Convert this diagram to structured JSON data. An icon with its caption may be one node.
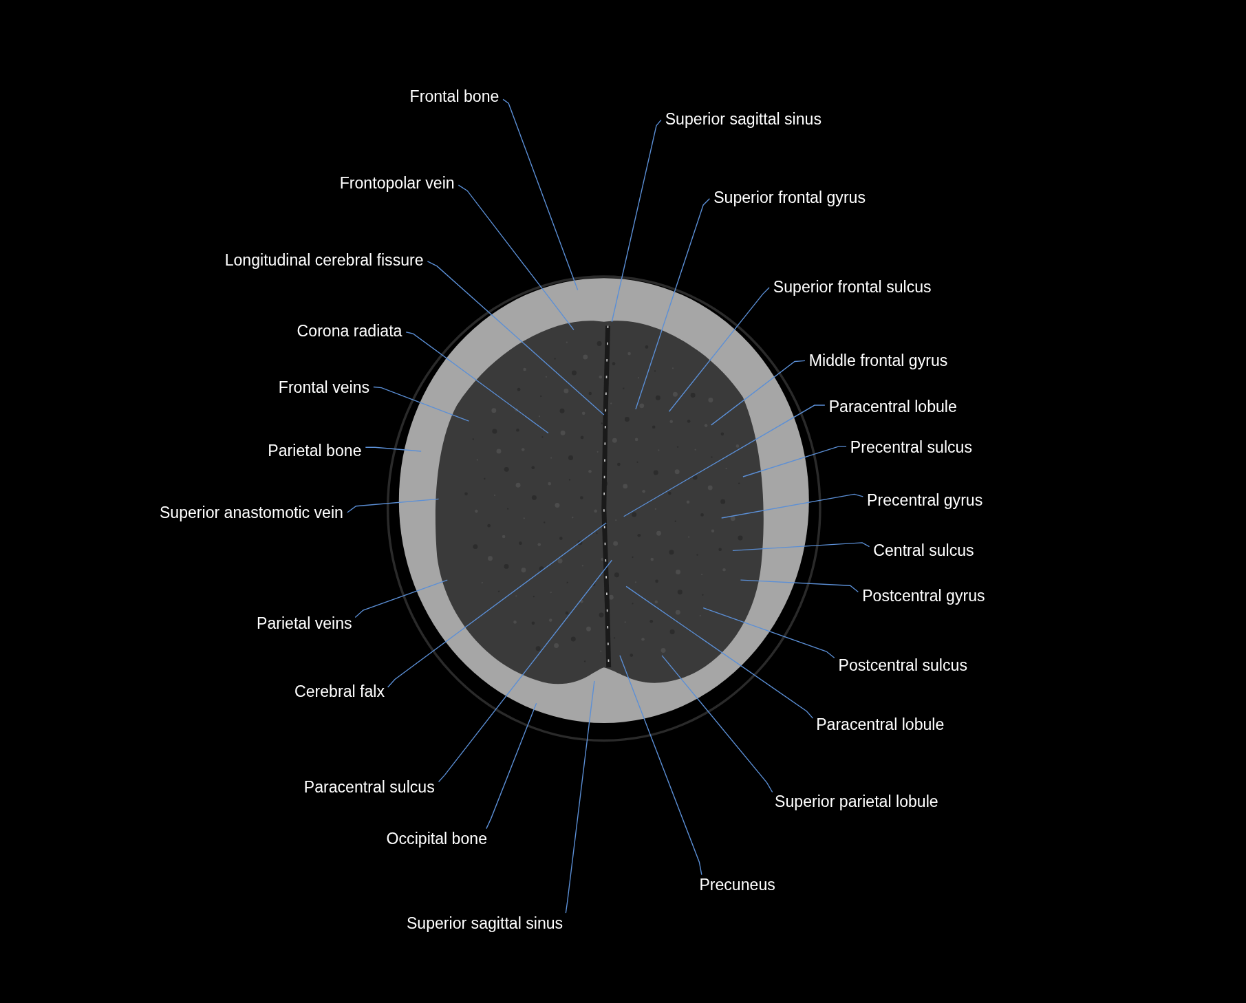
{
  "diagram": {
    "nodes": [
      {
        "text": [
          "Frontal bone"
        ]
      },
      {
        "text": [
          "Superior sagittal sinus"
        ]
      },
      {
        "text": [
          "Frontopolar vein"
        ]
      },
      {
        "text": [
          "Superior frontal gyrus"
        ]
      },
      {
        "text": [
          "Longitudinal cerebral fissure"
        ]
      },
      {
        "text": [
          "Superior frontal sulcus"
        ]
      },
      {
        "text": [
          "Corona radiata"
        ]
      },
      {
        "text": [
          "Middle frontal gyrus"
        ]
      },
      {
        "text": [
          "Frontal veins"
        ]
      },
      {
        "text": [
          "Paracentral lobule"
        ]
      },
      {
        "text": [
          "Parietal bone"
        ]
      },
      {
        "text": [
          "Precentral sulcus"
        ]
      },
      {
        "text": [
          "Superior anastomotic vein"
        ]
      },
      {
        "text": [
          "Precentral gyrus"
        ]
      },
      {
        "text": [
          "Central sulcus"
        ]
      },
      {
        "text": [
          "Parietal veins"
        ]
      },
      {
        "text": [
          "Postcentral gyrus"
        ]
      },
      {
        "text": [
          "Cerebral falx"
        ]
      },
      {
        "text": [
          "Postcentral sulcus"
        ]
      },
      {
        "text": [
          "Paracentral lobule"
        ]
      },
      {
        "text": [
          "Paracentral sulcus"
        ]
      },
      {
        "text": [
          "Superior parietal lobule"
        ]
      },
      {
        "text": [
          "Occipital bone"
        ]
      },
      {
        "text": [
          "Precuneus"
        ]
      },
      {
        "text": [
          "Superior sagittal sinus"
        ]
      }
    ],
    "edges": [
      {
        "from": 0,
        "to": null,
        "arrow": "none"
      },
      {
        "from": 1,
        "to": null,
        "arrow": "none"
      },
      {
        "from": 2,
        "to": null,
        "arrow": "none"
      },
      {
        "from": 3,
        "to": null,
        "arrow": "none"
      },
      {
        "from": 4,
        "to": null,
        "arrow": "none"
      },
      {
        "from": 5,
        "to": null,
        "arrow": "none"
      },
      {
        "from": 6,
        "to": null,
        "arrow": "none"
      },
      {
        "from": 7,
        "to": null,
        "arrow": "none"
      },
      {
        "from": 8,
        "to": null,
        "arrow": "none"
      },
      {
        "from": 9,
        "to": null,
        "arrow": "none"
      },
      {
        "from": 10,
        "to": null,
        "arrow": "none"
      },
      {
        "from": 11,
        "to": null,
        "arrow": "none"
      },
      {
        "from": 12,
        "to": null,
        "arrow": "none"
      },
      {
        "from": 13,
        "to": null,
        "arrow": "none"
      },
      {
        "from": 14,
        "to": null,
        "arrow": "none"
      },
      {
        "from": 15,
        "to": null,
        "arrow": "none"
      },
      {
        "from": 16,
        "to": null,
        "arrow": "none"
      },
      {
        "from": 17,
        "to": null,
        "arrow": "none"
      },
      {
        "from": 18,
        "to": null,
        "arrow": "none"
      },
      {
        "from": 19,
        "to": null,
        "arrow": "none"
      },
      {
        "from": 20,
        "to": null,
        "arrow": "none"
      },
      {
        "from": 21,
        "to": null,
        "arrow": "none"
      },
      {
        "from": 22,
        "to": null,
        "arrow": "none"
      },
      {
        "from": 23,
        "to": null,
        "arrow": "none"
      },
      {
        "from": 24,
        "to": null,
        "arrow": "none"
      }
    ]
  }
}
